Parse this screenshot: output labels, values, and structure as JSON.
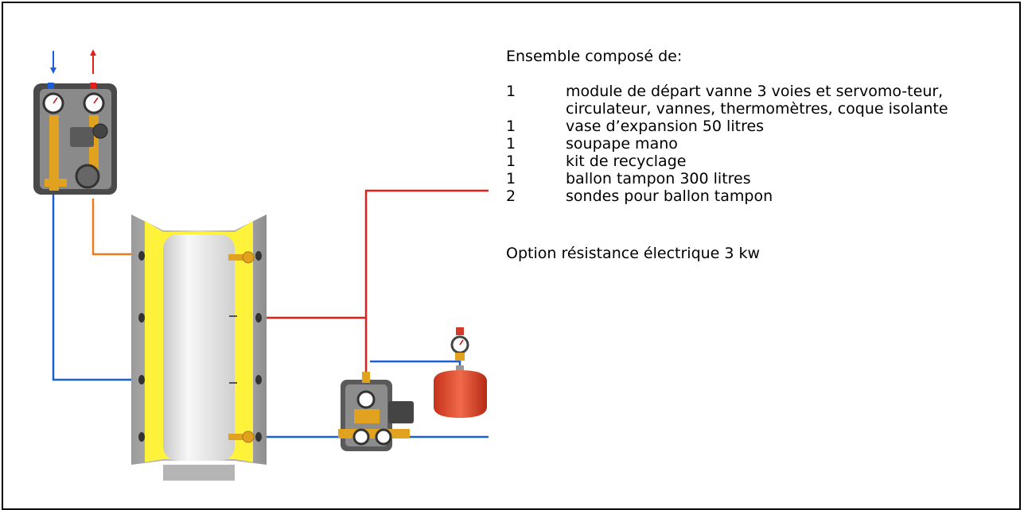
{
  "heading": "Ensemble composé de:",
  "items": [
    {
      "qty": "1",
      "text": "module  de départ vanne 3 voies et servomo-teur, circulateur, vannes, thermomètres, coque isolante"
    },
    {
      "qty": "1",
      "text": "vase d’expansion 50 litres"
    },
    {
      "qty": "1",
      "text": "soupape mano"
    },
    {
      "qty": "1",
      "text": "kit de recyclage"
    },
    {
      "qty": "1",
      "text": "ballon tampon 300 litres"
    },
    {
      "qty": "2",
      "text": "sondes pour ballon tampon"
    }
  ],
  "option": "Option résistance électrique 3 kw",
  "colors": {
    "pipe_cold": "#1a5fd6",
    "pipe_hot": "#e32119",
    "pipe_warm": "#f07a1a",
    "tank_insulation": "#fff23a",
    "tank_body": "#e6e6e6",
    "expansion_vessel": "#e8482a",
    "brass": "#e0a21f"
  }
}
